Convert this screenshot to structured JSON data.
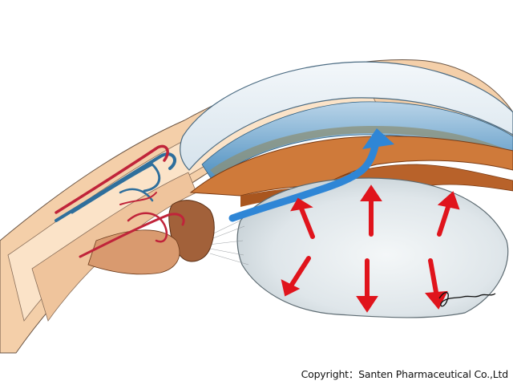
{
  "copyright": "Copyright：Santen Pharmaceutical Co.,Ltd",
  "colors": {
    "skin": "#f4cfa9",
    "skin_dark": "#e8b088",
    "sclera_band": "#fbe3c8",
    "cornea": "#dfe9f1",
    "aqueous": "#5f9cc8",
    "iris": "#cf7a3a",
    "iris_dark": "#9b4f1f",
    "lens": "#dfe6ea",
    "artery": "#c0243a",
    "vein": "#2f6f9c",
    "aqueous_flow_arrow": "#2f86d6",
    "pressure_arrows": "#e0141c"
  },
  "arrows": {
    "aqueous_flow": "blue-flow-arrow",
    "pressure": [
      "up",
      "up",
      "up",
      "down-left",
      "down",
      "down-right"
    ]
  }
}
